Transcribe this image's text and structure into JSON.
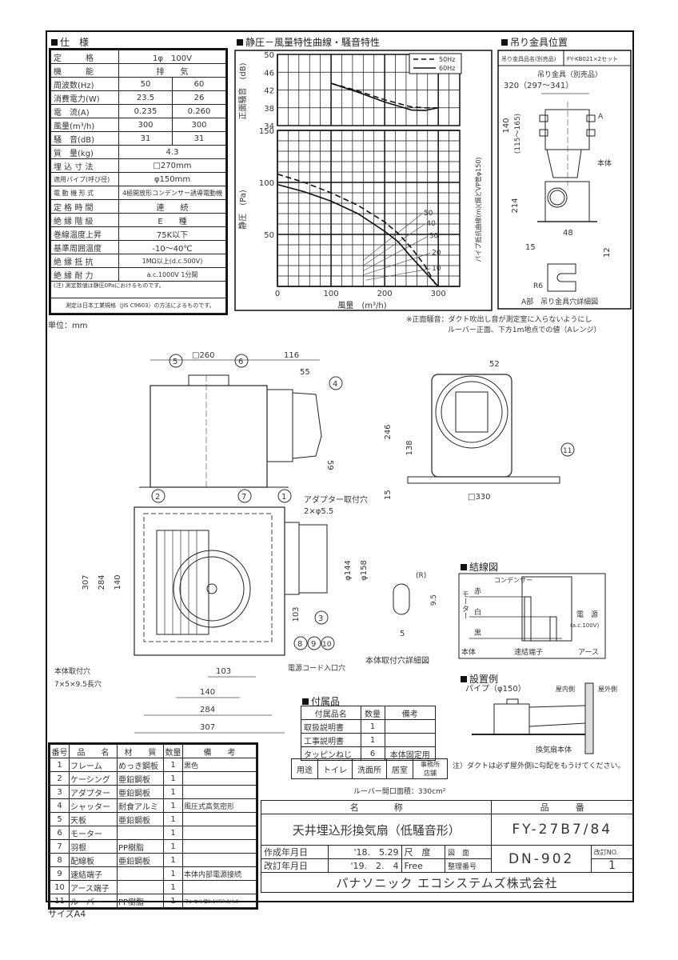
{
  "spec": {
    "title": "仕　様",
    "rows": [
      {
        "label": "定　　　格",
        "values": [
          "1φ　100V"
        ]
      },
      {
        "label": "機　　　能",
        "values": [
          "排　　気"
        ]
      },
      {
        "label": "周波数(Hz)",
        "values": [
          "50",
          "60"
        ]
      },
      {
        "label": "消費電力(W)",
        "values": [
          "23.5",
          "26"
        ]
      },
      {
        "label": "電　流(A)",
        "values": [
          "0.235",
          "0.260"
        ]
      },
      {
        "label": "風量(m³/h)",
        "values": [
          "300",
          "300"
        ]
      },
      {
        "label": "騒　音(dB)",
        "values": [
          "31",
          "31"
        ]
      },
      {
        "label": "質　量(kg)",
        "values": [
          "4.3"
        ]
      },
      {
        "label": "埋 込 寸 法",
        "values": [
          "□270mm"
        ]
      },
      {
        "label": "適用パイプ(呼び径)",
        "values": [
          "φ150mm"
        ]
      },
      {
        "label": "電 動 機 形 式",
        "values": [
          "4極開放形コンデンサー誘導電動機"
        ]
      },
      {
        "label": "定 格 時 間",
        "values": [
          "連　　続"
        ]
      },
      {
        "label": "絶 縁 階 級",
        "values": [
          "E　　種"
        ]
      },
      {
        "label": "巻線温度上昇",
        "values": [
          "75K以下"
        ]
      },
      {
        "label": "基準周囲温度",
        "values": [
          "-10～40℃"
        ]
      },
      {
        "label": "絶 縁 抵 抗",
        "values": [
          "1MΩ以上(d.c.500V)"
        ]
      },
      {
        "label": "絶 縁 耐 力",
        "values": [
          "a.c.1000V 1分間"
        ]
      }
    ],
    "note_1": "(注) 測定数値は静圧0Paにおけるものです。",
    "note_2": "測定は日本工業規格（JIS C9603）の方法によるものです。"
  },
  "unit_label": "単位：mm",
  "chart_title": "静圧－風量特性曲線・騒音特性",
  "chart_data": {
    "type": "line",
    "title": "静圧－風量特性曲線・騒音特性",
    "xlabel": "風量　(m³/h)",
    "x_ticks": [
      "0",
      "100",
      "200",
      "300"
    ],
    "xlim": [
      0,
      340
    ],
    "legend": [
      "50Hz",
      "60Hz"
    ],
    "legend_position": "top-right",
    "noise": {
      "ylabel": "正面騒音　(dB)",
      "ylim": [
        34,
        50
      ],
      "y_ticks": [
        "34",
        "38",
        "42",
        "46",
        "50"
      ],
      "series": [
        {
          "name": "50Hz",
          "x": [
            100,
            150,
            200,
            250,
            275,
            300
          ],
          "y": [
            43.5,
            41.8,
            39.8,
            38.2,
            38.0,
            38.0
          ]
        },
        {
          "name": "60Hz",
          "x": [
            100,
            150,
            200,
            250,
            275,
            300
          ],
          "y": [
            43.5,
            41.5,
            39.3,
            37.5,
            37.4,
            38.0
          ]
        }
      ]
    },
    "pressure": {
      "ylabel": "静圧　(Pa)",
      "ylim": [
        0,
        150
      ],
      "y_ticks": [
        "50",
        "100",
        "150"
      ],
      "series": [
        {
          "name": "50Hz",
          "x": [
            0,
            50,
            100,
            150,
            200,
            225,
            250,
            275,
            297
          ],
          "y": [
            108,
            100,
            90,
            78,
            62,
            51,
            37,
            20,
            0
          ]
        },
        {
          "name": "60Hz",
          "x": [
            0,
            50,
            100,
            150,
            200,
            225,
            250,
            275,
            300
          ],
          "y": [
            98,
            91,
            82,
            70,
            53,
            43,
            28,
            14,
            0
          ]
        }
      ]
    },
    "pipe_resistance": {
      "label": "パイプ抵抗曲線(m)(鋼どVP管φ150)",
      "lengths": [
        "10",
        "20",
        "30",
        "40",
        "50"
      ],
      "lines": [
        {
          "length": "10",
          "x": [
            165,
            285
          ],
          "y": [
            6,
            17
          ]
        },
        {
          "length": "20",
          "x": [
            160,
            285
          ],
          "y": [
            11,
            32
          ]
        },
        {
          "length": "30",
          "x": [
            160,
            280
          ],
          "y": [
            15,
            48
          ]
        },
        {
          "length": "40",
          "x": [
            160,
            275
          ],
          "y": [
            20,
            60
          ]
        },
        {
          "length": "50",
          "x": [
            160,
            270
          ],
          "y": [
            25,
            70
          ]
        }
      ]
    }
  },
  "chart_note_1": "※正面騒音：ダクト吹出し音が測定室に入らないようにし",
  "chart_note_2": "ルーバー正面、下方1m地点での値（Aレンジ）",
  "hanger": {
    "title": "吊り金具位置",
    "product_label": "吊り金具品名(別売品)",
    "product_value": "FY-KB021×2セット",
    "bracket_label": "吊り金具（別売品）",
    "width_dim": "320（297～341）",
    "height_dim": "140",
    "height_range": "(115～165)",
    "body_label": "本体",
    "a_label": "A",
    "dim_214": "214",
    "dim_48": "48",
    "dim_15": "15",
    "dim_12": "12",
    "radius": "R6",
    "detail_caption": "A部　吊り金具穴詳細図"
  },
  "side_view": {
    "dim_top": "□260",
    "dim_116": "116",
    "dim_55": "55",
    "dim_59": "59",
    "callouts": [
      "5",
      "6",
      "4"
    ]
  },
  "front_view": {
    "dim_52": "52",
    "dim_246": "246",
    "dim_138": "138",
    "dim_15": "15",
    "dim_330": "□330",
    "callout": "11"
  },
  "bottom_view": {
    "callouts": [
      "2",
      "7",
      "1",
      "3",
      "8",
      "9",
      "10"
    ],
    "adapter_label": "アダプター取付穴",
    "adapter_value": "2×φ5.5",
    "dim_144": "φ144",
    "dim_158": "φ158",
    "dim_307v": "307",
    "dim_284v": "284",
    "dim_140v": "140",
    "dim_103v": "103",
    "dim_103h": "103",
    "dim_140h": "140",
    "dim_284h": "284",
    "dim_307h": "307",
    "mount_hole_label": "本体取付穴",
    "mount_hole_value": "7×5×9.5長穴",
    "cord_label": "電源コード入口穴"
  },
  "hole_detail": {
    "r_label": "(R)",
    "dim_5": "5",
    "dim_9_5": "9.5",
    "caption": "本体取付穴詳細図"
  },
  "wiring": {
    "title": "結線図",
    "capacitor": "コンデンサー",
    "red": "赤",
    "white": "白",
    "black": "黒",
    "motor": "モーター",
    "body": "本体",
    "terminal": "速結端子",
    "power": "電　源",
    "power_spec": "(a.c.100V)",
    "earth": "アース"
  },
  "install": {
    "title": "設置例",
    "pipe": "パイプ（φ150）",
    "indoor": "屋内側",
    "outdoor": "屋外側",
    "body": "換気扇本体",
    "note": "注）ダクトは必ず屋外側に勾配をもうけてください。"
  },
  "accessories": {
    "title": "付属品",
    "headers": [
      "付属品名",
      "数量",
      "備考"
    ],
    "rows": [
      [
        "取扱説明書",
        "1",
        ""
      ],
      [
        "工事説明書",
        "1",
        ""
      ],
      [
        "タッピンねじ",
        "6",
        "本体固定用"
      ]
    ]
  },
  "usage": {
    "label": "用途",
    "items": [
      "トイレ",
      "洗面所",
      "居室",
      "事務所店舗"
    ]
  },
  "louver_area": "ルーバー開口面積：330cm²",
  "parts": {
    "headers": [
      "番号",
      "品　　名",
      "材　　質",
      "数量",
      "備　　考"
    ],
    "rows": [
      [
        "1",
        "フレーム",
        "めっき鋼板",
        "1",
        "黒色"
      ],
      [
        "2",
        "ケーシング",
        "亜鉛鋼板",
        "1",
        ""
      ],
      [
        "3",
        "アダプター",
        "亜鉛鋼板",
        "1",
        ""
      ],
      [
        "4",
        "シャッター",
        "耐食アルミ",
        "1",
        "風圧式高気密形"
      ],
      [
        "5",
        "天板",
        "亜鉛鋼板",
        "1",
        ""
      ],
      [
        "6",
        "モーター",
        "",
        "1",
        ""
      ],
      [
        "7",
        "羽根",
        "PP樹脂",
        "1",
        ""
      ],
      [
        "8",
        "配線板",
        "亜鉛鋼板",
        "1",
        ""
      ],
      [
        "9",
        "速結端子",
        "",
        "1",
        "本体内部電源接続"
      ],
      [
        "10",
        "アース端子",
        "",
        "1",
        ""
      ],
      [
        "11",
        "ルーバー",
        "PP樹脂",
        "1",
        "マンセル値8.1YR7.0/4.0"
      ]
    ]
  },
  "title_block": {
    "name_header": "名　　　　称",
    "number_header": "品　　　番",
    "name": "天井埋込形換気扇（低騒音形）",
    "model": "FY-27B7/84",
    "created_label": "作成年月日",
    "created": "'18.　5.29",
    "revised_label": "改訂年月日",
    "revised": "'19.　2.　4",
    "scale_label": "尺　度",
    "scale": "Free",
    "drawing_label": "図　面",
    "drawing_label2": "整理番号",
    "drawing_number": "DN-902",
    "revision_label": "改訂NO.",
    "revision": "1",
    "company": "パナソニック エコシステムズ株式会社"
  },
  "paper_size": "サイズA4"
}
